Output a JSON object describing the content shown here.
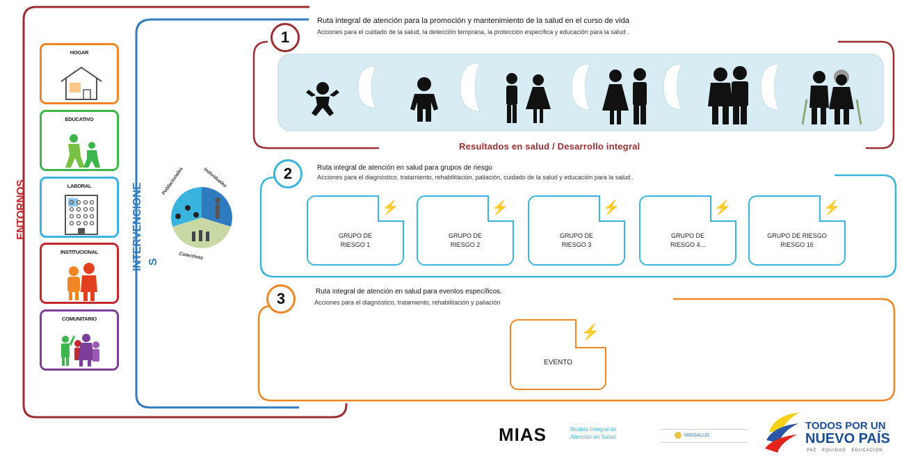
{
  "entornos": {
    "title": "ENTORNOS",
    "items": [
      {
        "label": "HOGAR",
        "color": "#f08524",
        "icon": "house-icon"
      },
      {
        "label": "EDUCATIVO",
        "color": "#3cb54a",
        "icon": "students-icon"
      },
      {
        "label": "LABORAL",
        "color": "#39b4de",
        "icon": "office-building-icon"
      },
      {
        "label": "INSTITUCIONAL",
        "color": "#c1272d",
        "icon": "institutional-people-icon"
      },
      {
        "label": "COMUNITARIO",
        "color": "#7b3f98",
        "icon": "community-icon"
      }
    ]
  },
  "intervenciones": {
    "title": "INTERVENCIONE",
    "title_tail": "S",
    "pie_labels": {
      "poblacionales": "Poblacionales",
      "individuales": "Individuales",
      "colectivas": "Colectivas"
    }
  },
  "route1": {
    "number": "1",
    "title": "Ruta integral de atención para la promoción y mantenimiento  de la salud en el curso de vida",
    "subtitle": "Acciones para el cuidado de la salud, la  detección temprana, la protección específica y educación para la salud .",
    "stages": [
      "baby-icon",
      "child-icon",
      "adolescents-icon",
      "young-adults-icon",
      "adults-icon",
      "elderly-icon"
    ],
    "results": "Resultados  en salud / Desarrollo  integral",
    "color": "#9b2d30"
  },
  "route2": {
    "number": "2",
    "title": "Ruta integral de atención en salud para grupos de riesgo",
    "subtitle": "Acciones para el diagnóstico, tratamiento, rehabilitación, paliación, cuidado de la salud y educación para la salud .",
    "color": "#39b4de",
    "cards": [
      {
        "line1": "GRUPO DE",
        "line2": "RIESGO 1"
      },
      {
        "line1": "GRUPO DE",
        "line2": "RIESGO 2"
      },
      {
        "line1": "GRUPO DE",
        "line2": "RIESGO 3"
      },
      {
        "line1": "GRUPO DE",
        "line2": "RIESGO 4..."
      },
      {
        "line1": "GRUPO DE RIESGO",
        "line2": "RIESGO 16"
      }
    ]
  },
  "route3": {
    "number": "3",
    "title": "Ruta integral de atención en salud para eventos específicos.",
    "subtitle": "Acciones para el diagnóstico, tratamiento, rehabilitación y paliación",
    "color": "#f08524",
    "card": "EVENTO"
  },
  "footer": {
    "brand": "MIAS",
    "brand_desc_1": "Modelo Integral de",
    "brand_desc_2": "Atención en Salud",
    "ministry": "MINSALUD",
    "gov_1": "TODOS POR UN",
    "gov_2": "NUEVO PAÍS",
    "gov_3": "PAZ   EQUIDAD   EDUCACIÓN"
  },
  "colors": {
    "entornos": "#c1272d",
    "intervenciones": "#2e7bc0"
  }
}
